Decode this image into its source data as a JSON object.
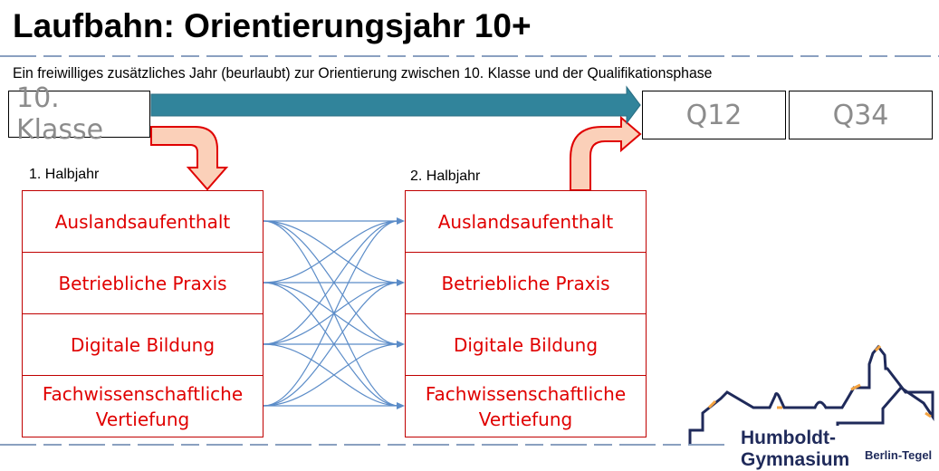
{
  "title": "Laufbahn: Orientierungsjahr 10+",
  "subtitle": "Ein freiwilliges zusätzliches Jahr (beurlaubt) zur Orientierung zwischen 10. Klasse und der Qualifikationsphase",
  "stages": {
    "start": "10. Klasse",
    "q12": "Q12",
    "q34": "Q34"
  },
  "half1": {
    "label": "1. Halbjahr",
    "items": [
      "Auslandsaufenthalt",
      "Betriebliche Praxis",
      "Digitale Bildung",
      "Fachwissenschaftliche Vertiefung"
    ]
  },
  "half2": {
    "label": "2. Halbjahr",
    "items": [
      "Auslandsaufenthalt",
      "Betriebliche Praxis",
      "Digitale Bildung",
      "Fachwissenschaftliche Vertiefung"
    ]
  },
  "logo": {
    "name": "Humboldt-Gymnasium",
    "place": "Berlin-Tegel"
  },
  "colors": {
    "blue_arrow": "#31849b",
    "red": "#e00000",
    "navy": "#1f2a5a",
    "orange": "#f4a340"
  }
}
